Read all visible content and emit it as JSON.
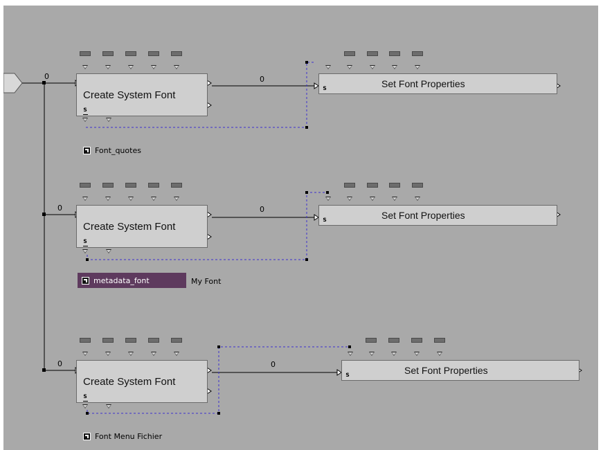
{
  "rows": [
    {
      "create_title": "Create System Font",
      "create_s": "s",
      "wire_in_label": "0",
      "wire_mid_label": "0",
      "set_title": "Set Font Properties",
      "set_s": "s",
      "var_name": "Font_quotes",
      "var_selected": false,
      "var_value": ""
    },
    {
      "create_title": "Create System Font",
      "create_s": "s",
      "wire_in_label": "0",
      "wire_mid_label": "0",
      "set_title": "Set Font Properties",
      "set_s": "s",
      "var_name": "metadata_font",
      "var_selected": true,
      "var_value": "My Font"
    },
    {
      "create_title": "Create System Font",
      "create_s": "s",
      "wire_in_label": "0",
      "wire_mid_label": "0",
      "set_title": "Set Font Properties",
      "set_s": "s",
      "var_name": "Font Menu Fichier",
      "var_selected": false,
      "var_value": ""
    }
  ],
  "colors": {
    "canvas": "#a9a9a9",
    "block": "#cfcfcf",
    "wire": "#000000",
    "ref_wire": "#3a2fd0",
    "selected_var": "#5e3a5e"
  }
}
